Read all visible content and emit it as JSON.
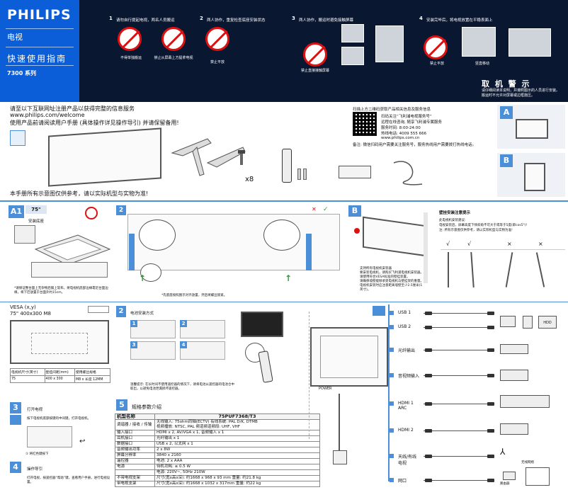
{
  "brand": {
    "logo": "PHILIPS",
    "title": "电视",
    "subtitle": "快速使用指南",
    "series": "7300 系列"
  },
  "warnings": {
    "steps": [
      {
        "num": "1",
        "text": "请勿自行提起电视，两名人员搬运"
      },
      {
        "num": "2",
        "text": "两人协作，重复检查底座安装状态"
      },
      {
        "num": "3",
        "text": "两人协作，搬运时避免接触屏幕"
      },
      {
        "num": "4",
        "text": "安装完毕后，将电视放置在平稳表面上"
      }
    ],
    "labels": [
      "不得单独搬运",
      "禁止从屏幕上方提拿电视",
      "禁止平放",
      "禁止直接接触屏幕",
      "禁止平放",
      "竖直移动"
    ],
    "heading": "取 机 警 示",
    "note": "请仔细阅读本说明，并遵照图示的人员进行安装。\n搬运时不允许对屏幕或边框施压。"
  },
  "intro": {
    "line1": "请至以下互联网址注册产品以获得完整的信息服务",
    "url": "www.philips.com/welcome",
    "line2": "使用产品前请阅读用户手册 (具体操作详见操作导引) 并请保留备用!",
    "disclaimer": "本手册所有示意图仅供参考，请以实际机型与实物为准!",
    "screw_qty": "x8"
  },
  "service": {
    "line1": "扫描上方二维码获取产品相关信息及服务信息",
    "line2": "扫码关注“飞利浦电视服务号”",
    "line3": "远程在线咨询, 随享飞利浦专属服务",
    "hours": "服务时间: 8:00-24:00",
    "hotline": "热线电话: 4009 555 666",
    "web": "www.philips.com.cn",
    "note": "备注: 微信扫码用户需要关注服务号，服务热线用户需要拨打热线电话。"
  },
  "sections": {
    "a": "A",
    "b": "B",
    "a1": "A1",
    "size_75": "75\"",
    "two": "2",
    "b_badge": "B",
    "three": "3",
    "four": "4",
    "five": "5"
  },
  "a1": {
    "heading": "安装底座",
    "note": "*请保证整台面上无杂物后铺上软布，将电视机底部边缘靠近台面边缘，将下巴放置于台面外约15cm。"
  },
  "step2": {
    "note": "*先底座按照图示对齐放置，然后将螺丝锁紧。"
  },
  "wallmount": {
    "title": "壁挂安装注意提示",
    "line1": "此电视机安装建议:",
    "line2": "电视安装后，屏幕高度下倾斜角不可大于或等于5度(即cos5°)!",
    "line3": "注: 所有示意图仅供参考，请以实际机型与实物为准!",
    "body": "支持所有电视机安装器\n要安装电视机，请购买飞利浦电视机安装器。\n请使用符合VESA标准的壁挂装置。\n请确保墙壁能够承受电视机与壁挂架的重量。\n电视机安装时应注意距离墙壁至少2.5厘米(1英寸)。",
    "marks": [
      "√",
      "√",
      "×",
      "×"
    ]
  },
  "vesa": {
    "title": "VESA (x,y)",
    "model": "75\" 400x300 M8",
    "headers": [
      "电视机尺寸(英寸)",
      "壁挂间距(mm)",
      "使用螺丝规格"
    ],
    "row": [
      "75",
      "400 x 300",
      "M8 x 长度 12MM"
    ]
  },
  "battery": {
    "heading": "电池安装方式",
    "steps": [
      "1",
      "2",
      "3",
      "4"
    ],
    "note": "温馨提示: 在长时间不使用遥控器的情况下，请将电池从遥控器的电池仓中取出，以避免电池泄漏损坏遥控器。"
  },
  "power_on": {
    "heading": "打开电视",
    "text": "按下电视机底部按键的中间键，打开电视机。",
    "caption": "① 将红色键按下"
  },
  "guide": {
    "heading": "操作导引",
    "text": "打开电视，按遥控器“帮助”键，查看用户手册，进行电视设置。"
  },
  "specs": {
    "heading": "规格参数介绍",
    "model_label": "机型名称",
    "model": "75PUF7368/T3",
    "rows": [
      [
        "调谐器 / 接收 / 传输",
        "无线输入: 75ohm同轴(ECTV)   有线系统: PAL D/K, DTMB\n视频播放: NTSC, PAL   频道频道频段: UHF, VHF"
      ],
      [
        "输入接口",
        "HDMI x 2, AV/VGA x 1, 音频输入 x 1"
      ],
      [
        "耳机接口",
        "光纤输出 x 1"
      ],
      [
        "数据接口",
        "USB x 2, 以太网 x 1"
      ],
      [
        "音频输出功率",
        "2 x 8W"
      ],
      [
        "屏幕分辨率",
        "3840 x 2160"
      ],
      [
        "遥控器",
        "电池: 2 x AAA"
      ],
      [
        "电源",
        "待机功耗: ≤ 0.5 W"
      ],
      [
        "",
        "电源: 220V~, 50Hz   210W"
      ],
      [
        "不带电视支架",
        "尺寸(宽x高x深): 约1668 x 968 x 93 mm   重量: 约21.8 kg"
      ],
      [
        "带电视支架",
        "尺寸(宽x高x深): 约1668 x 1032 x 317mm   重量: 约22 kg"
      ]
    ]
  },
  "connections": {
    "power": "POWER",
    "ports": [
      "USB 1",
      "USB 2",
      "光纤输出",
      "音视频输入",
      "HDMI 1 ARC",
      "HDMI 2",
      "天线/有线电视",
      "网口"
    ],
    "hdd": "HDD",
    "router": "无线网络",
    "router2": "路由器"
  },
  "colors": {
    "navy": "#0a1730",
    "brand_blue": "#0b5ed7",
    "accent": "#4a8fd8",
    "warning_red": "#d11111"
  }
}
